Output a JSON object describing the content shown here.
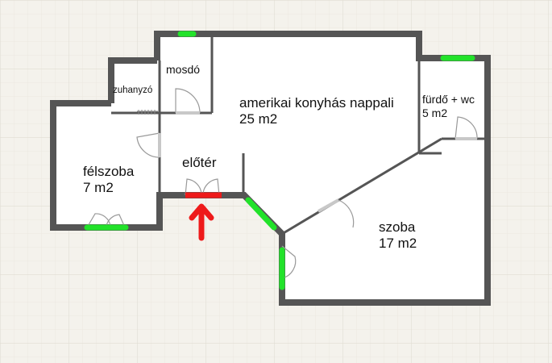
{
  "colors": {
    "background": "#f4f2ec",
    "grid_major": "#e1ddd3",
    "grid_minor": "#ebe8e0",
    "wall": "#555555",
    "floor": "#ffffff",
    "window": "#22e22a",
    "entrance": "#ee1a1a",
    "arrow": "#ee1a1a",
    "door": "#999999"
  },
  "rooms": {
    "felszoba": {
      "name": "félszoba",
      "area": "7 m2"
    },
    "eloter": {
      "name": "előtér"
    },
    "mosdo": {
      "name": "mosdó"
    },
    "zuhanyzo": {
      "name": "zuhanyzó"
    },
    "nappali": {
      "name": "amerikai konyhás nappali",
      "area": "25 m2"
    },
    "furdo": {
      "name": "fürdő + wc",
      "area": "5 m2"
    },
    "szoba": {
      "name": "szoba",
      "area": "17 m2"
    }
  },
  "icons": {
    "entrance_marker": "entrance-arrow-icon"
  }
}
